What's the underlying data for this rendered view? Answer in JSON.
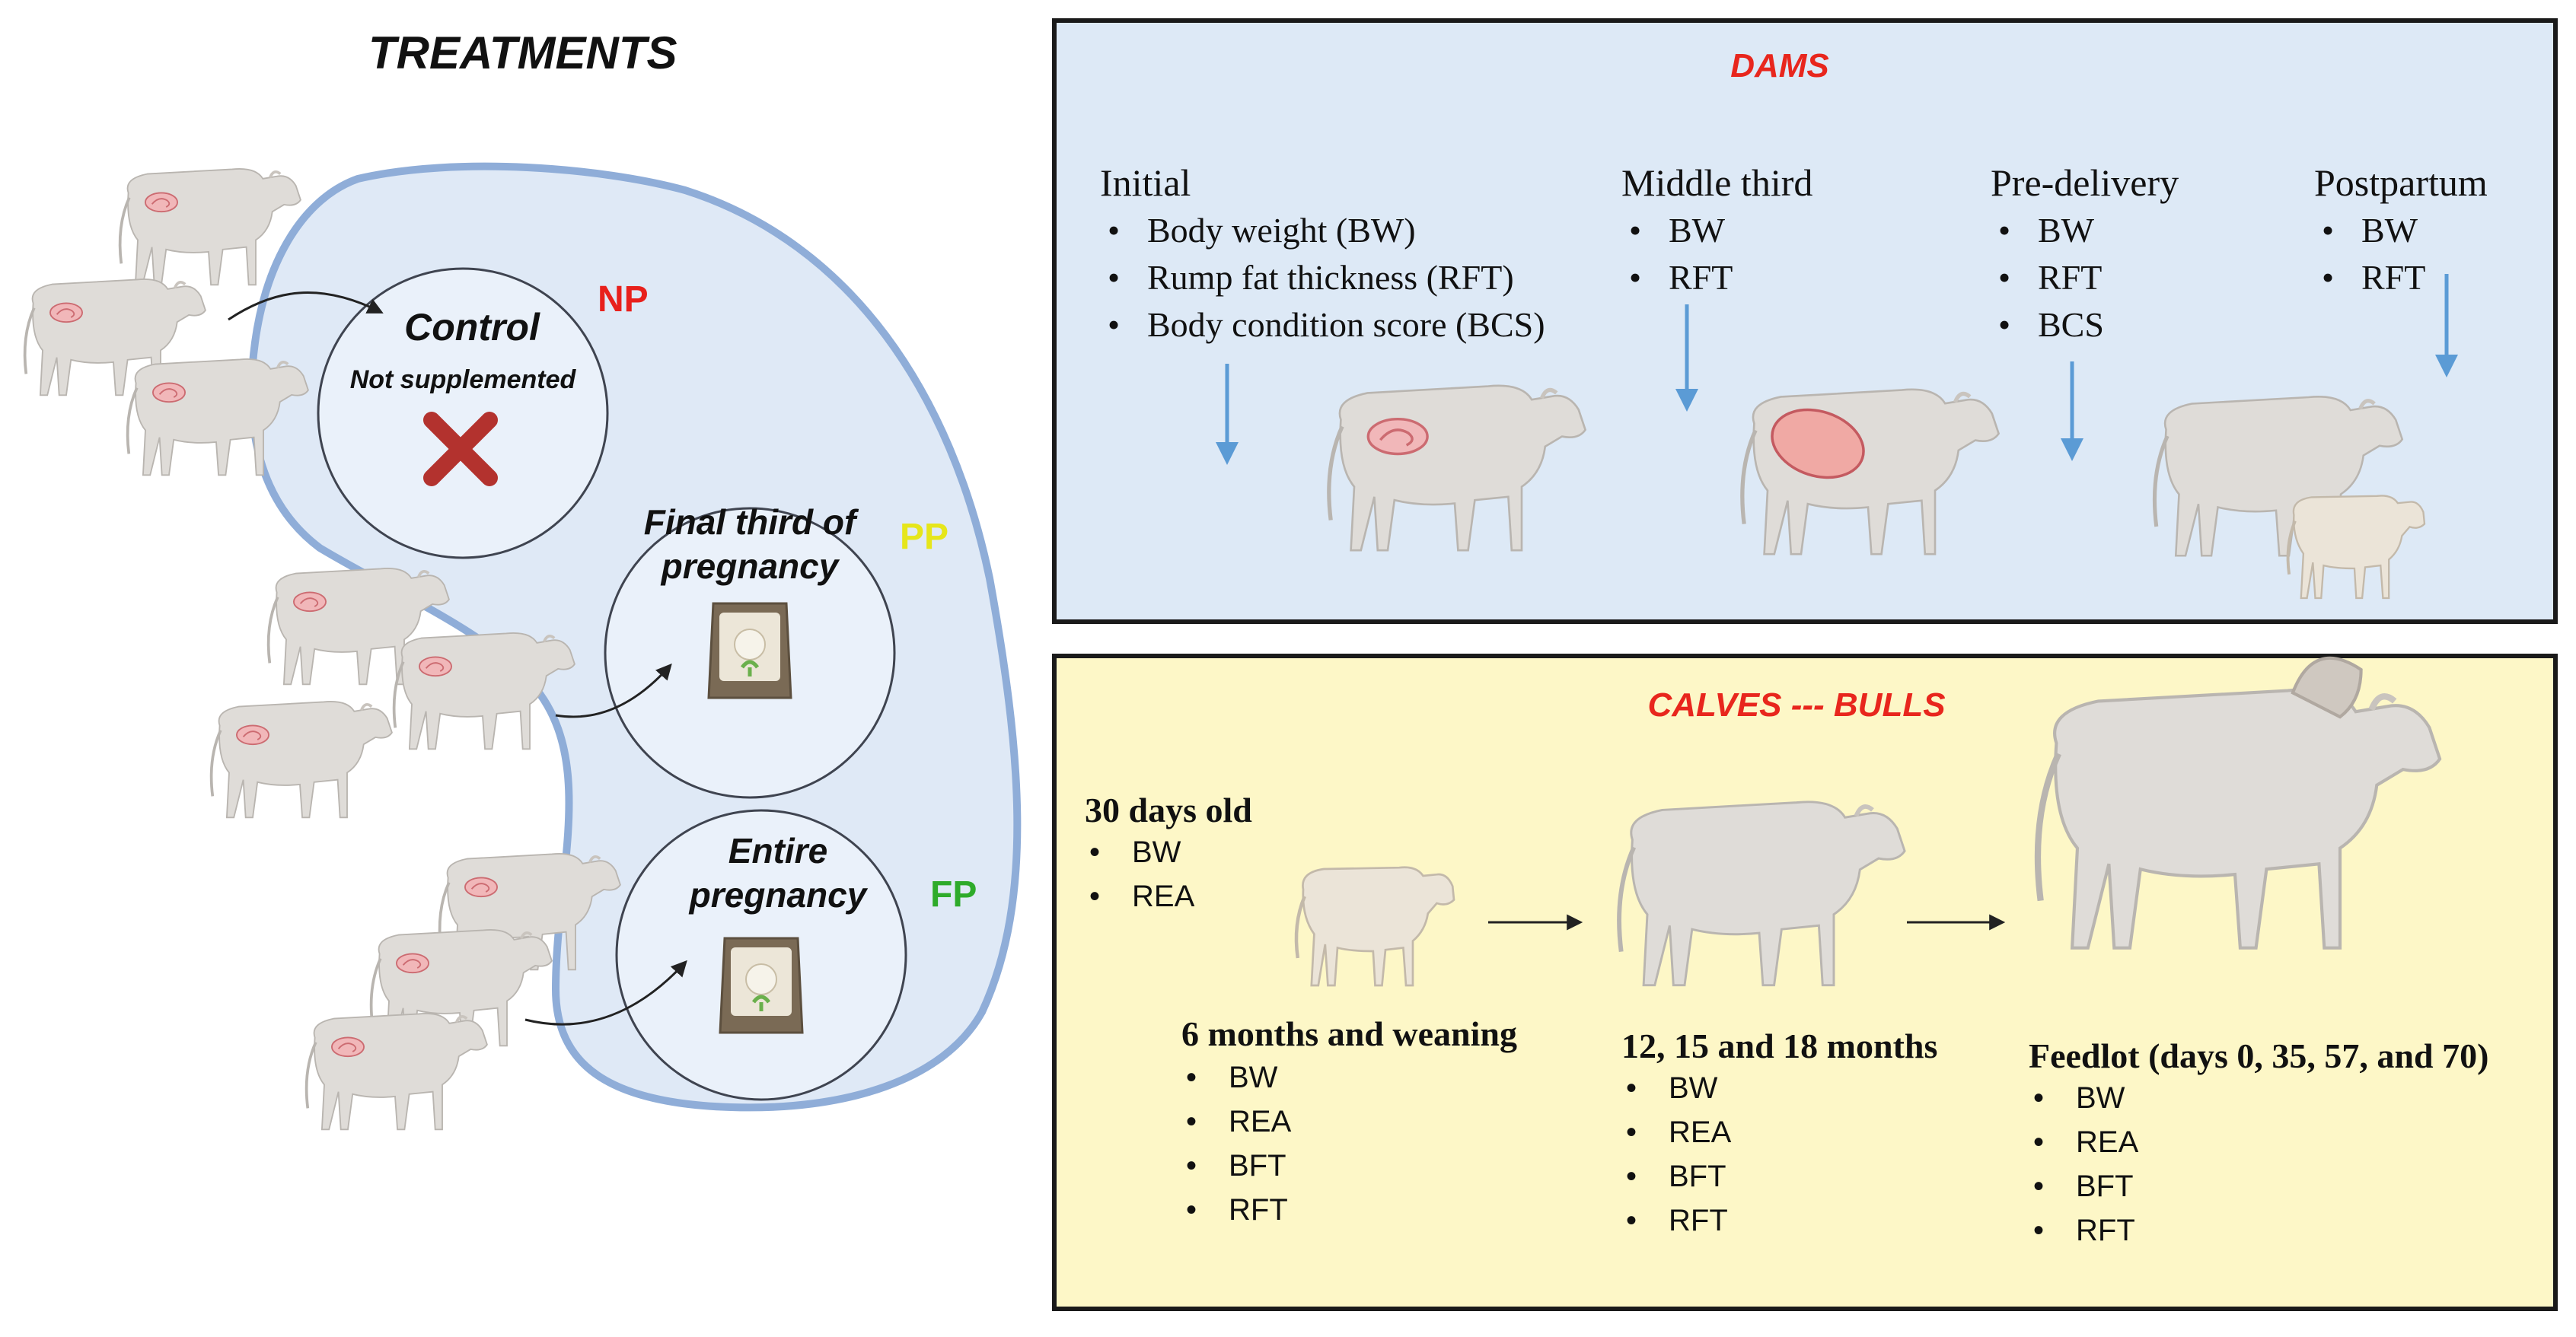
{
  "treatments": {
    "title": "TREATMENTS",
    "groups": [
      {
        "label_lines": [
          "Control"
        ],
        "sublabel": "Not supplemented",
        "code": "NP",
        "code_color": "#e8201c",
        "icon": "x-mark-icon"
      },
      {
        "label_lines": [
          "Final third of",
          "pregnancy"
        ],
        "sublabel": "",
        "code": "PP",
        "code_color": "#e6e61a",
        "icon": "feed-bag-icon"
      },
      {
        "label_lines": [
          "Entire",
          "pregnancy"
        ],
        "sublabel": "",
        "code": "FP",
        "code_color": "#2eab2a",
        "icon": "feed-bag-icon"
      }
    ]
  },
  "dams": {
    "title": "DAMS",
    "stages": [
      {
        "heading": "Initial",
        "items": [
          "Body weight (BW)",
          "Rump fat thickness (RFT)",
          "Body condition score (BCS)"
        ]
      },
      {
        "heading": "Middle third",
        "items": [
          "BW",
          "RFT"
        ]
      },
      {
        "heading": "Pre-delivery",
        "items": [
          "BW",
          "RFT",
          "BCS"
        ]
      },
      {
        "heading": "Postpartum",
        "items": [
          "BW",
          "RFT"
        ]
      }
    ]
  },
  "calves": {
    "title": "CALVES --- BULLS",
    "stages": [
      {
        "heading": "30 days old",
        "items": [
          "BW",
          "REA"
        ]
      },
      {
        "heading": "6 months and weaning",
        "items": [
          "BW",
          "REA",
          "BFT",
          "RFT"
        ]
      },
      {
        "heading": "12, 15 and 18 months",
        "items": [
          "BW",
          "REA",
          "BFT",
          "RFT"
        ]
      },
      {
        "heading": "Feedlot (days 0, 35, 57, and 70)",
        "items": [
          "BW",
          "REA",
          "BFT",
          "RFT"
        ]
      }
    ]
  },
  "colors": {
    "dams_panel": "#dde9f6",
    "calves_panel": "#fdf7c7",
    "treatment_shape": "#dfe9f6",
    "treatment_outline": "#8fadd8",
    "arrow_blue": "#5b9bd5",
    "title_red": "#e8261d"
  }
}
